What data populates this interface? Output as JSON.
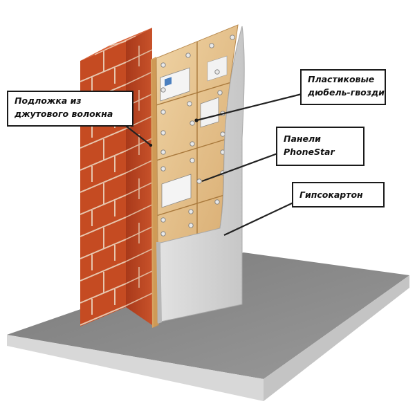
{
  "labels": {
    "jute": {
      "line1": "Подложка из",
      "line2": "джутового волокна"
    },
    "dowels": {
      "line1": "Пластиковые",
      "line2": "дюбель-гвозди"
    },
    "panels": {
      "line1": "Панели",
      "line2": "PhoneStar"
    },
    "gypsum": {
      "line1": "Гипсокартон"
    }
  },
  "colors": {
    "brick": "#c24a22",
    "mortar": "#e6c9b4",
    "jute": "#d9a96a",
    "panel": "#e8c48e",
    "gypsum": "#d4d4d4",
    "floor": "#8a8a8a",
    "leader": "#222222"
  }
}
